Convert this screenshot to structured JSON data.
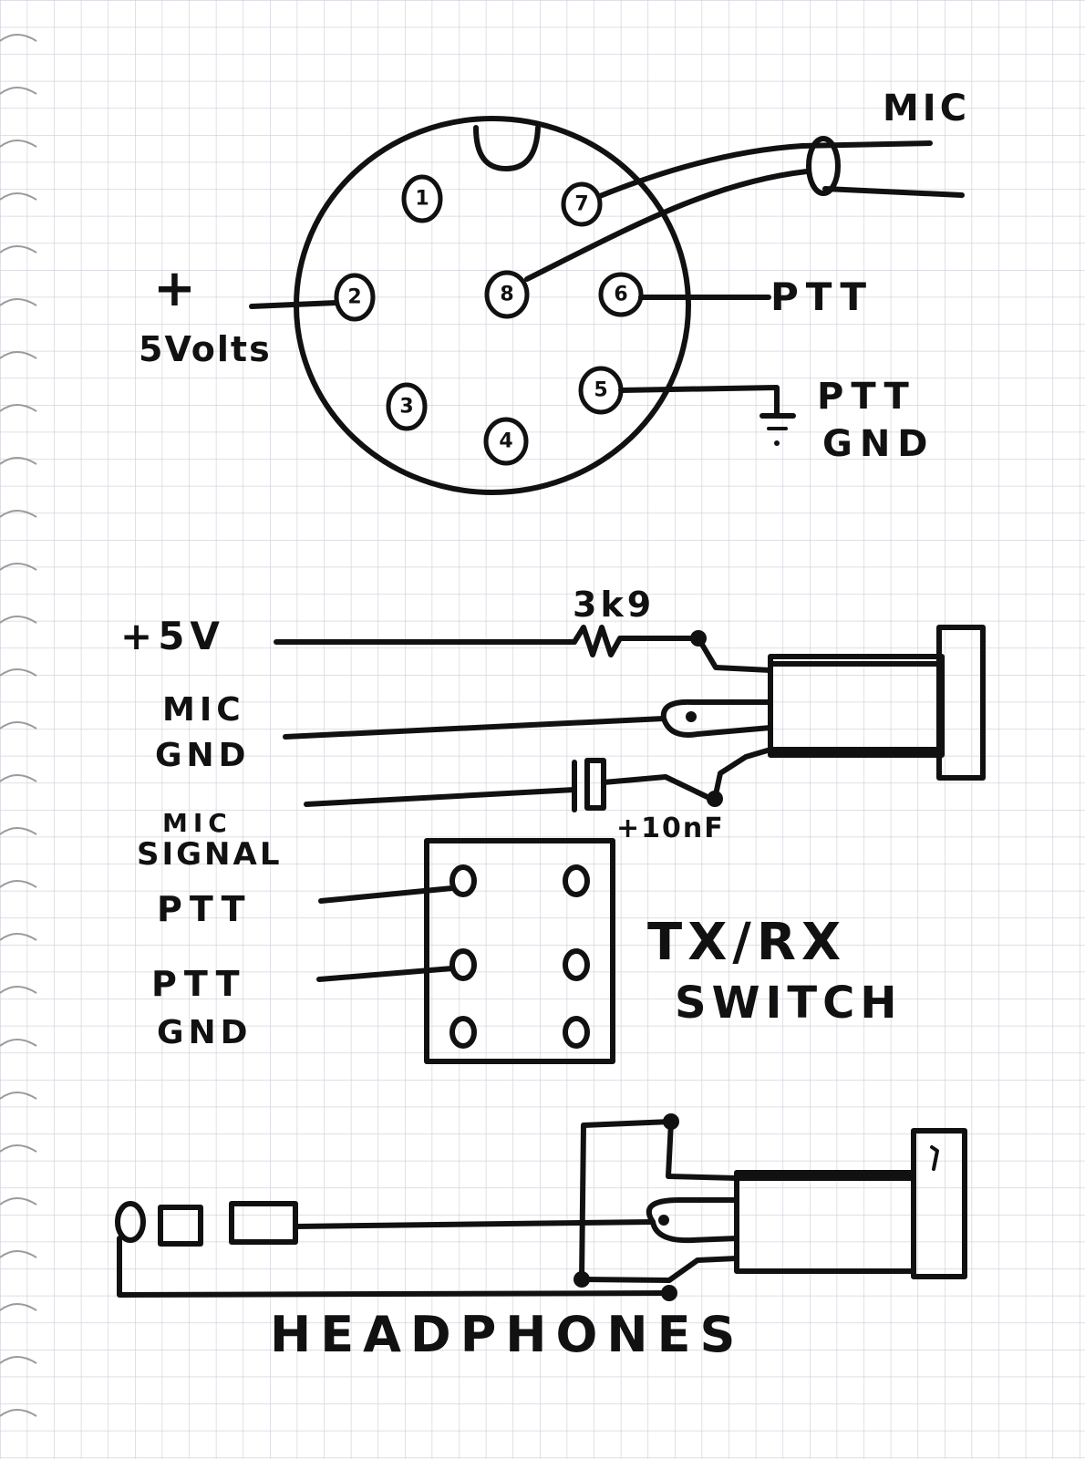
{
  "connector": {
    "pins": [
      "1",
      "2",
      "3",
      "4",
      "5",
      "6",
      "7",
      "8"
    ],
    "labels": {
      "mic": "MIC",
      "plus": "+",
      "volts": "5Volts",
      "ptt": "PTT",
      "ptt_gnd_1": "PTT",
      "ptt_gnd_2": "GND"
    }
  },
  "mic_circuit": {
    "supply": "+5V",
    "resistor": "3k9",
    "mic_gnd_1": "MIC",
    "mic_gnd_2": "GND",
    "capacitor": "+10nF",
    "mic_signal_1": "MIC",
    "mic_signal_2": "SIGNAL",
    "ptt": "PTT",
    "ptt_gnd_1": "PTT",
    "ptt_gnd_2": "GND"
  },
  "switch": {
    "label_1": "TX/RX",
    "label_2": "SWITCH"
  },
  "headphones": {
    "label": "HEADPHONES"
  },
  "colors": {
    "ink": "#111111",
    "paper": "#ffffff",
    "grid": "#c9cdd6",
    "binding": "#9a9a9a"
  }
}
